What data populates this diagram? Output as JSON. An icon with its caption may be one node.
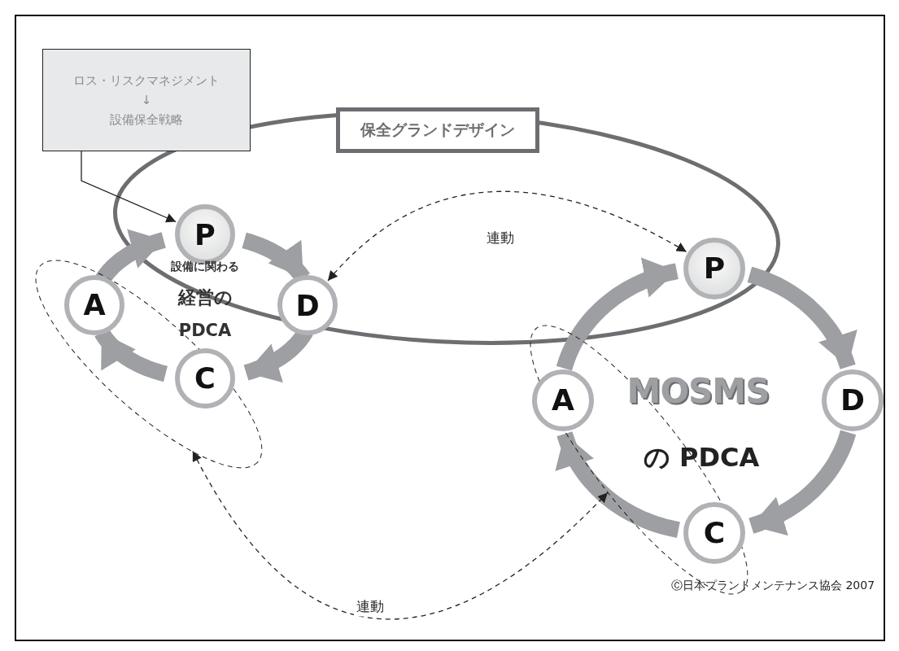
{
  "diagram": {
    "nodes": [
      {
        "text": [
          "ロス・リスクマネジメント ↓ 設備保全戦略"
        ]
      },
      {
        "text": [
          "保全グランドデザイン"
        ]
      },
      {
        "text": [
          "P"
        ]
      },
      {
        "text": [
          "D"
        ]
      },
      {
        "text": [
          "C"
        ],
        "in": 6
      },
      {
        "text": [
          "A"
        ],
        "in": 6
      },
      {
        "text": [],
        "shape": "ellipse"
      },
      {
        "text": [
          "P"
        ]
      },
      {
        "text": [
          "D"
        ]
      },
      {
        "text": [
          "C"
        ],
        "in": 11
      },
      {
        "text": [
          "A"
        ],
        "in": 11
      },
      {
        "text": [],
        "shape": "ellipse"
      }
    ],
    "edges": [
      {
        "from": 0,
        "to": 2,
        "arrow": "to",
        "color": "#222222"
      },
      {
        "from": 2,
        "to": 3,
        "arrow": "to",
        "color": "#9d9fa2"
      },
      {
        "from": 3,
        "to": 4,
        "arrow": "to",
        "color": "#9d9fa2"
      },
      {
        "from": 4,
        "to": 5,
        "arrow": "to",
        "color": "#9d9fa2"
      },
      {
        "from": 5,
        "to": 2,
        "arrow": "to",
        "color": "#9d9fa2"
      },
      {
        "from": 7,
        "to": 8,
        "arrow": "to",
        "color": "#9d9fa2"
      },
      {
        "from": 8,
        "to": 9,
        "arrow": "to",
        "color": "#9d9fa2"
      },
      {
        "from": 9,
        "to": 10,
        "arrow": "to",
        "color": "#9d9fa2"
      },
      {
        "from": 10,
        "to": 7,
        "arrow": "to",
        "color": "#9d9fa2"
      },
      {
        "from": 3,
        "to": 7,
        "arrow": "both",
        "style": "dashed",
        "color": "#222222",
        "label": "連動"
      },
      {
        "from": 6,
        "to": 11,
        "arrow": "both",
        "style": "dashed",
        "color": "#222222",
        "label": "連動"
      }
    ],
    "labels": [
      "設備に関わる",
      "経営の",
      "PDCA",
      "MOSMS",
      "の PDCA",
      "Ⓒ日本プラントメンテナンス協会 2007"
    ]
  }
}
